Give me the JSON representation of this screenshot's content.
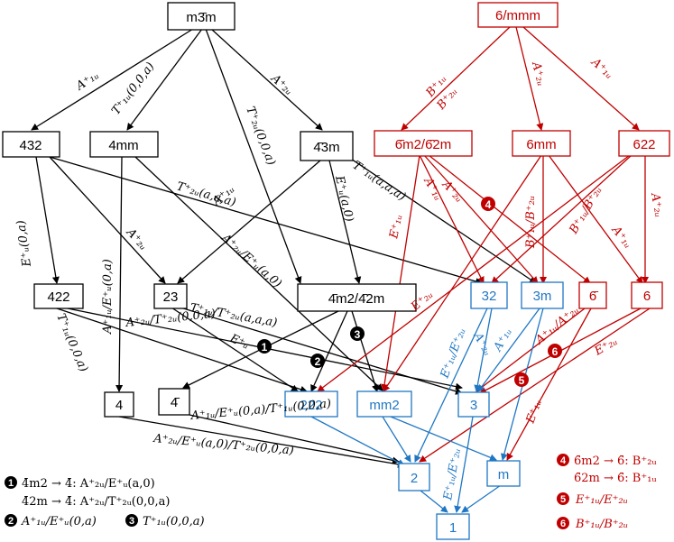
{
  "colors": {
    "black": "#000000",
    "red": "#c00000",
    "blue": "#1f77c4"
  },
  "nodes": {
    "m3m": "m3̄m",
    "n6mmm": "6/mmm",
    "n432": "432",
    "n4mm": "4mm",
    "n43m": "4̄3m",
    "n6m2": "6̄m2/6̄2m",
    "n6mm": "6mm",
    "n622": "622",
    "n422": "422",
    "n23": "23",
    "n42m": "4̄m2/4̄2m",
    "n32": "32",
    "n3m": "3m",
    "n6bar": "6̄",
    "n6": "6",
    "n4": "4",
    "n4bar": "4̄",
    "n222": "222",
    "nmm2": "mm2",
    "n3": "3",
    "n2": "2",
    "nm": "m",
    "n1": "1"
  },
  "labels": {
    "l1": "A⁺₁ᵤ",
    "l2": "T⁺₁ᵤ(0,0,a)",
    "l3": "A⁺₂ᵤ",
    "l4": "T⁺₂ᵤ(0,0,a)",
    "l5": "E⁺ᵤ(0,a)",
    "l6": "T⁺₂ᵤ(a,a,a)",
    "l7": "A⁺₂ᵤ",
    "l8": "A⁺₁ᵤ/E⁺ᵤ(0,a)",
    "l9": "A⁺₁ᵤ",
    "l10": "A⁺₂ᵤ/E⁺ᵤ(a,0)",
    "l11": "E⁺ᵤ(a,0)",
    "l12": "T⁺₁ᵤ(a,a,a)",
    "l13": "T⁺₁ᵤ(0,0,a)",
    "l14": "A⁺₂ᵤ/T⁺₂ᵤ(0,0,a)",
    "l15": "T⁺₁ᵤ/T⁺₂ᵤ(a,a,a)",
    "l16": "E⁺ᵤ",
    "l17": "A⁺₁ᵤ/E⁺ᵤ(0,a)/T⁺₁ᵤ(0,0,a)",
    "l18": "A⁺₂ᵤ/E⁺ᵤ(a,0)/T⁺₂ᵤ(0,0,a)",
    "r1": "B⁺₁ᵤ",
    "r2": "B⁺₂ᵤ",
    "r3": "A⁺₂ᵤ",
    "r4": "A⁺₁ᵤ",
    "r5": "E⁺₁ᵤ",
    "r6": "A⁺₁ᵤ",
    "r7": "A⁺₂ᵤ",
    "r8": "B⁺₁ᵤ/B⁺₂ᵤ",
    "r9": "B⁺₁ᵤ/B⁺₂ᵤ",
    "r10": "A⁺₂ᵤ",
    "r11": "A⁺₁ᵤ",
    "r12": "E⁺₂ᵤ",
    "r13": "A⁺₁ᵤ/A⁺₂ᵤ",
    "r14": "E⁺₂ᵤ",
    "r15": "E⁺₁ᵤ",
    "b1": "E⁺₁ᵤ/E⁺₂ᵤ",
    "b2": "A⁺₁ᵤ",
    "b3": "A⁺₂ᵤ",
    "b4": "E⁺₁ᵤ/E⁺₂ᵤ"
  },
  "markers": {
    "m1": "1",
    "m2": "2",
    "m3": "3",
    "m4": "4",
    "m5": "5",
    "m6": "6"
  },
  "legend_left": {
    "line1a": "4̄m2 → 4̄:  A⁺₂ᵤ/E⁺ᵤ(a,0)",
    "line1b": "4̄2m → 4̄:  A⁺₂ᵤ/T⁺₂ᵤ(0,0,a)",
    "line2": "A⁺₁ᵤ/E⁺ᵤ(0,a)",
    "line3": "T⁺₁ᵤ(0,0,a)"
  },
  "legend_right": {
    "line4a": "6̄m2 → 6̄:  B⁺₂ᵤ",
    "line4b": "6̄2m → 6̄:  B⁺₁ᵤ",
    "line5": "E⁺₁ᵤ/E⁺₂ᵤ",
    "line6": "B⁺₁ᵤ/B⁺₂ᵤ"
  }
}
